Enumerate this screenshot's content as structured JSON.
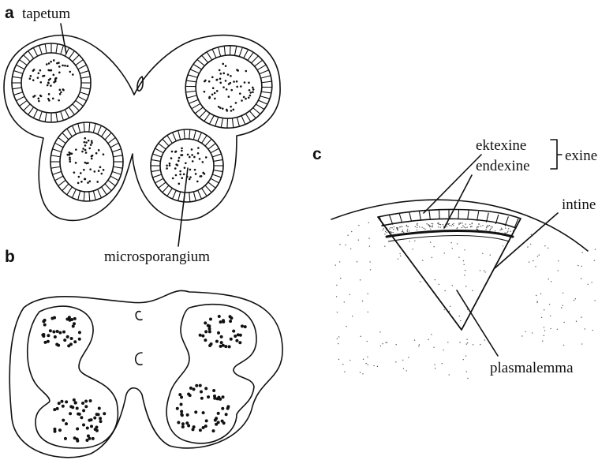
{
  "panels": [
    {
      "letter": "a",
      "labels": {
        "tapetum": "tapetum",
        "microsporangium": "microsporangium"
      }
    },
    {
      "letter": "b"
    },
    {
      "letter": "c",
      "labels": {
        "ektexine": "ektexine",
        "endexine": "endexine",
        "exine": "exine",
        "intine": "intine",
        "plasmalemma": "plasmalemma"
      }
    }
  ],
  "colors": {
    "ink": "#111111",
    "background": "#ffffff"
  }
}
